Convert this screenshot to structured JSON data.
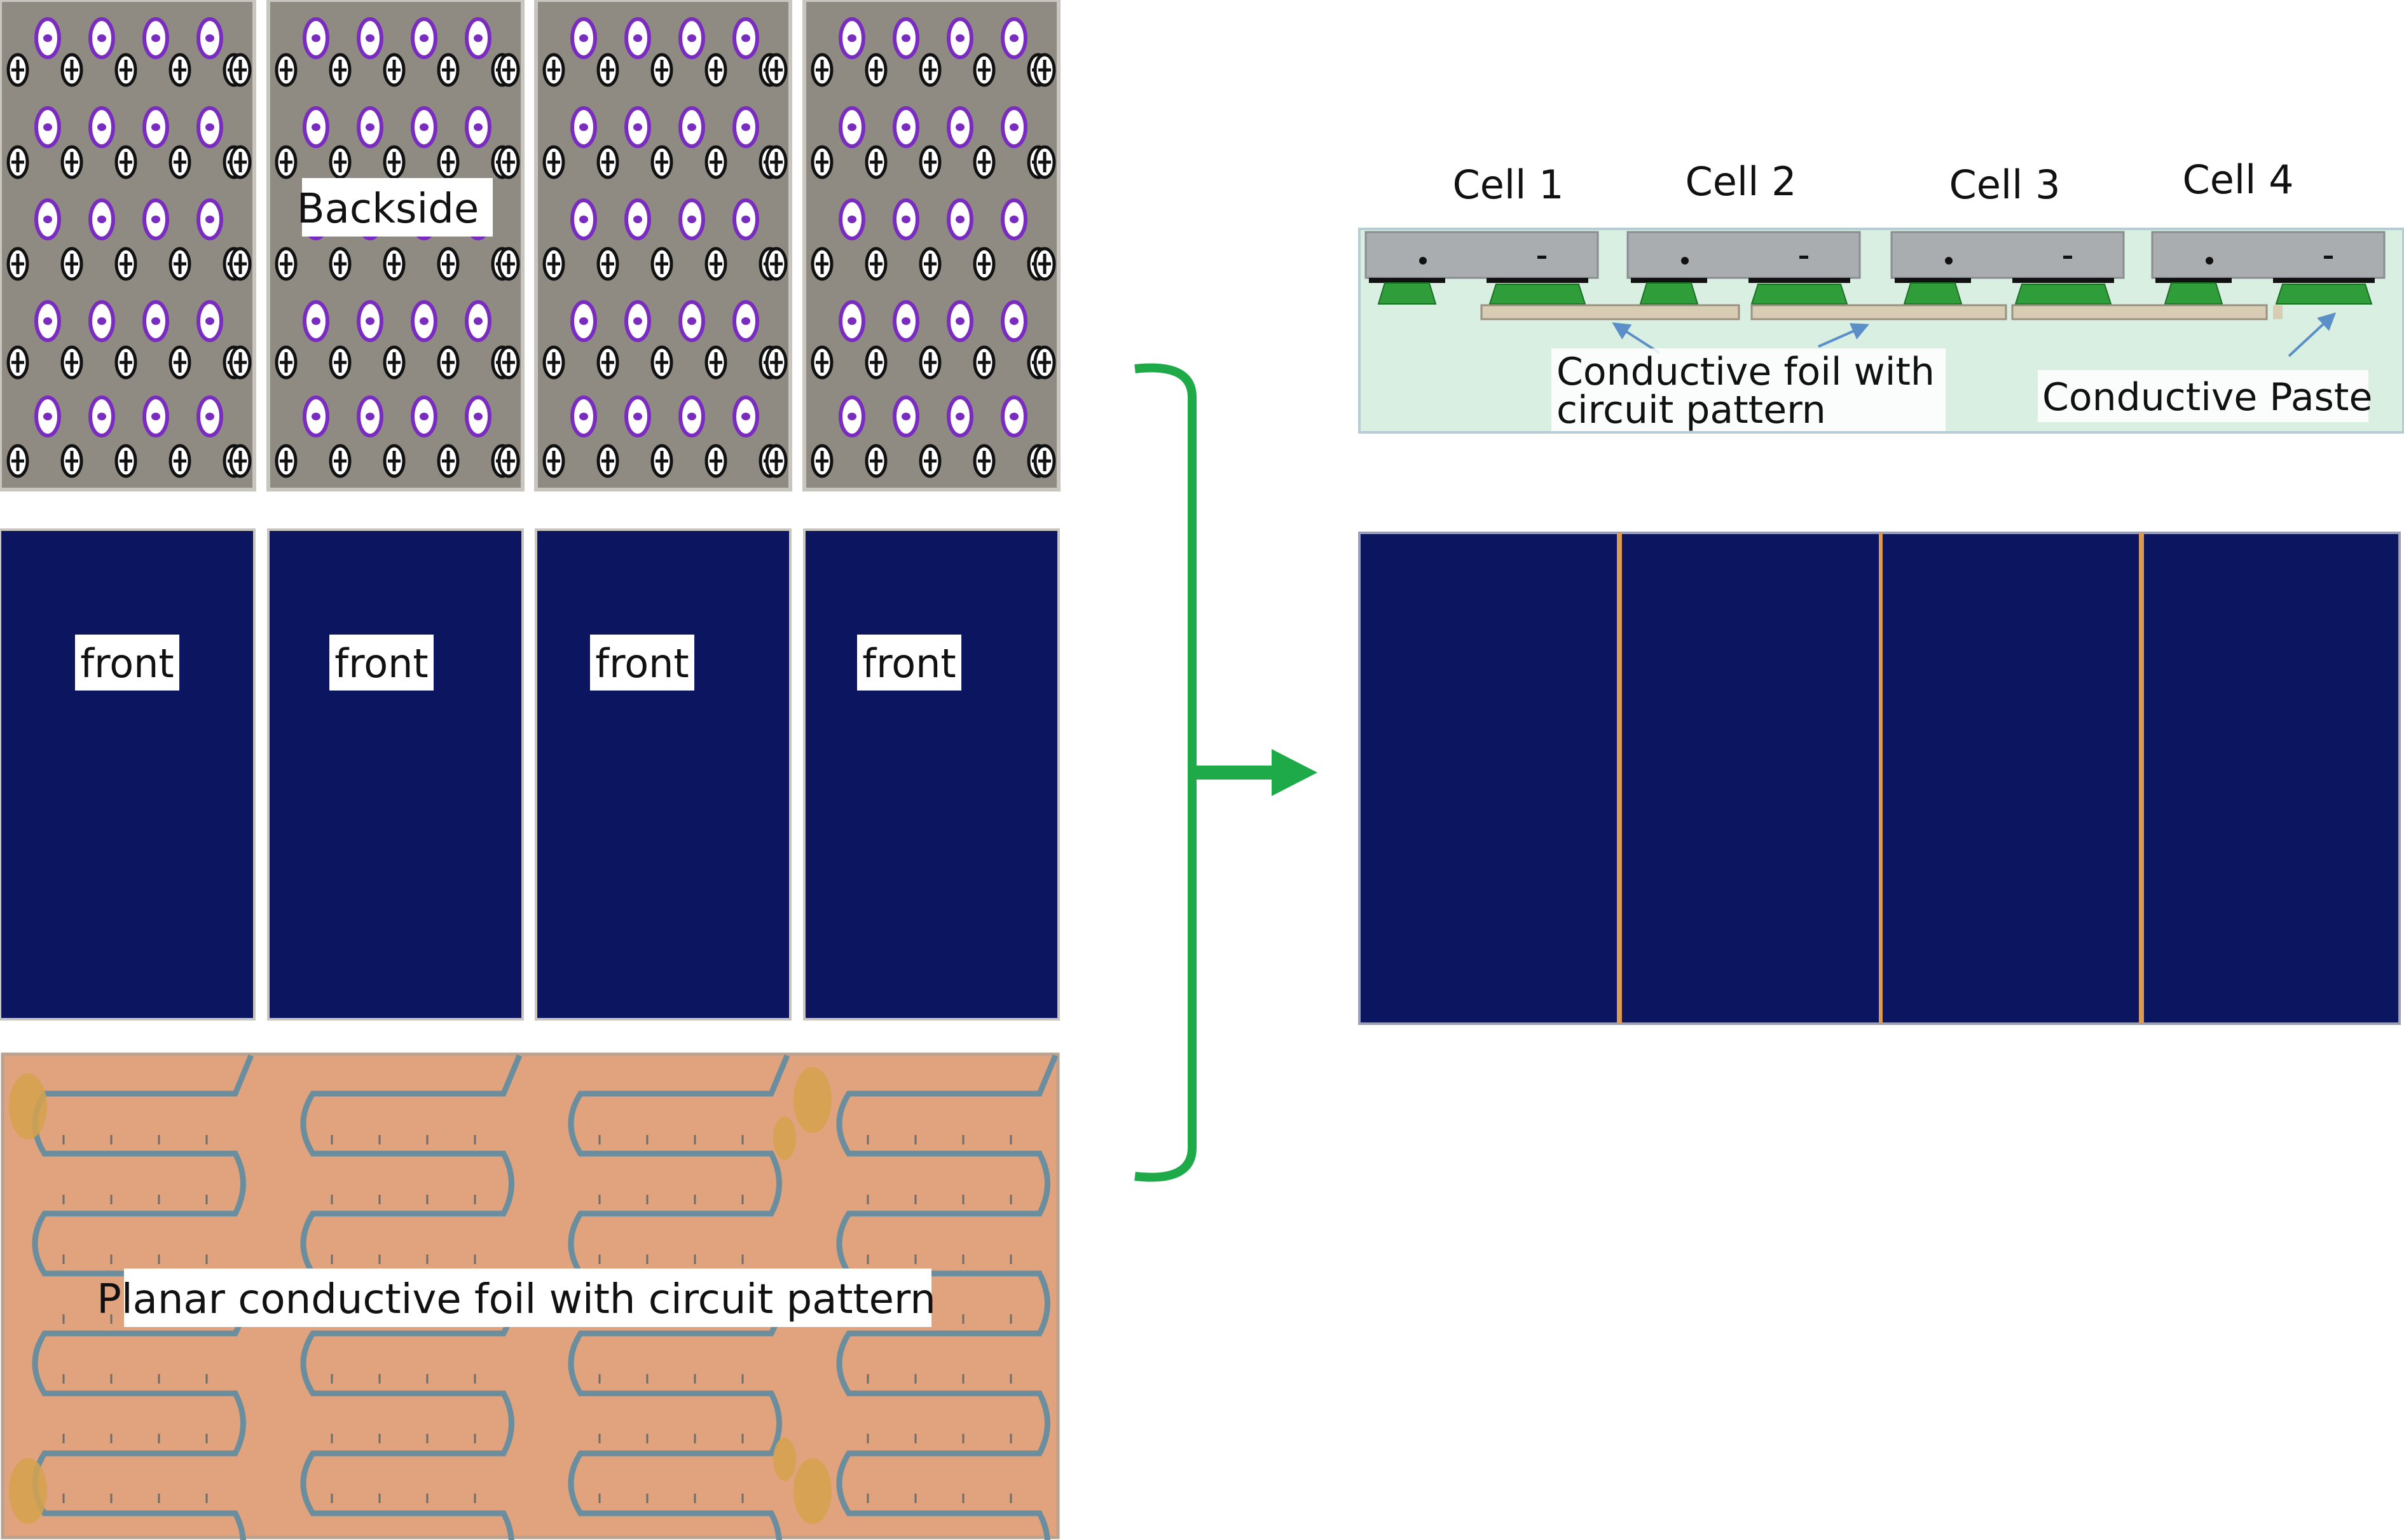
{
  "labels": {
    "backside": "Backside",
    "front": [
      "front",
      "front",
      "front",
      "front"
    ],
    "foil": "Planar conductive foil with circuit pattern",
    "cells": [
      "Cell 1",
      "Cell 2",
      "Cell 3",
      "Cell 4"
    ],
    "foil_callout_line1": "Conductive foil with",
    "foil_callout_line2": "circuit pattern",
    "paste_callout": "Conductive Paste"
  },
  "colors": {
    "backside_gray": "#8f8b82",
    "cell_blue": "#0c1560",
    "foil_orange": "#e0a37e",
    "bracket_green": "#1faa4a",
    "paste_green": "#2f9e3a",
    "cross_section_bg": "#d9efe2",
    "gap_orange": "#d89a55",
    "negative_dot": "#7a2bc0",
    "plus_dot": "#111111"
  },
  "icons": {
    "positive_contact": "plus-circle-icon",
    "negative_contact": "minus-oval-icon",
    "flow_arrow": "arrow-right-icon"
  }
}
